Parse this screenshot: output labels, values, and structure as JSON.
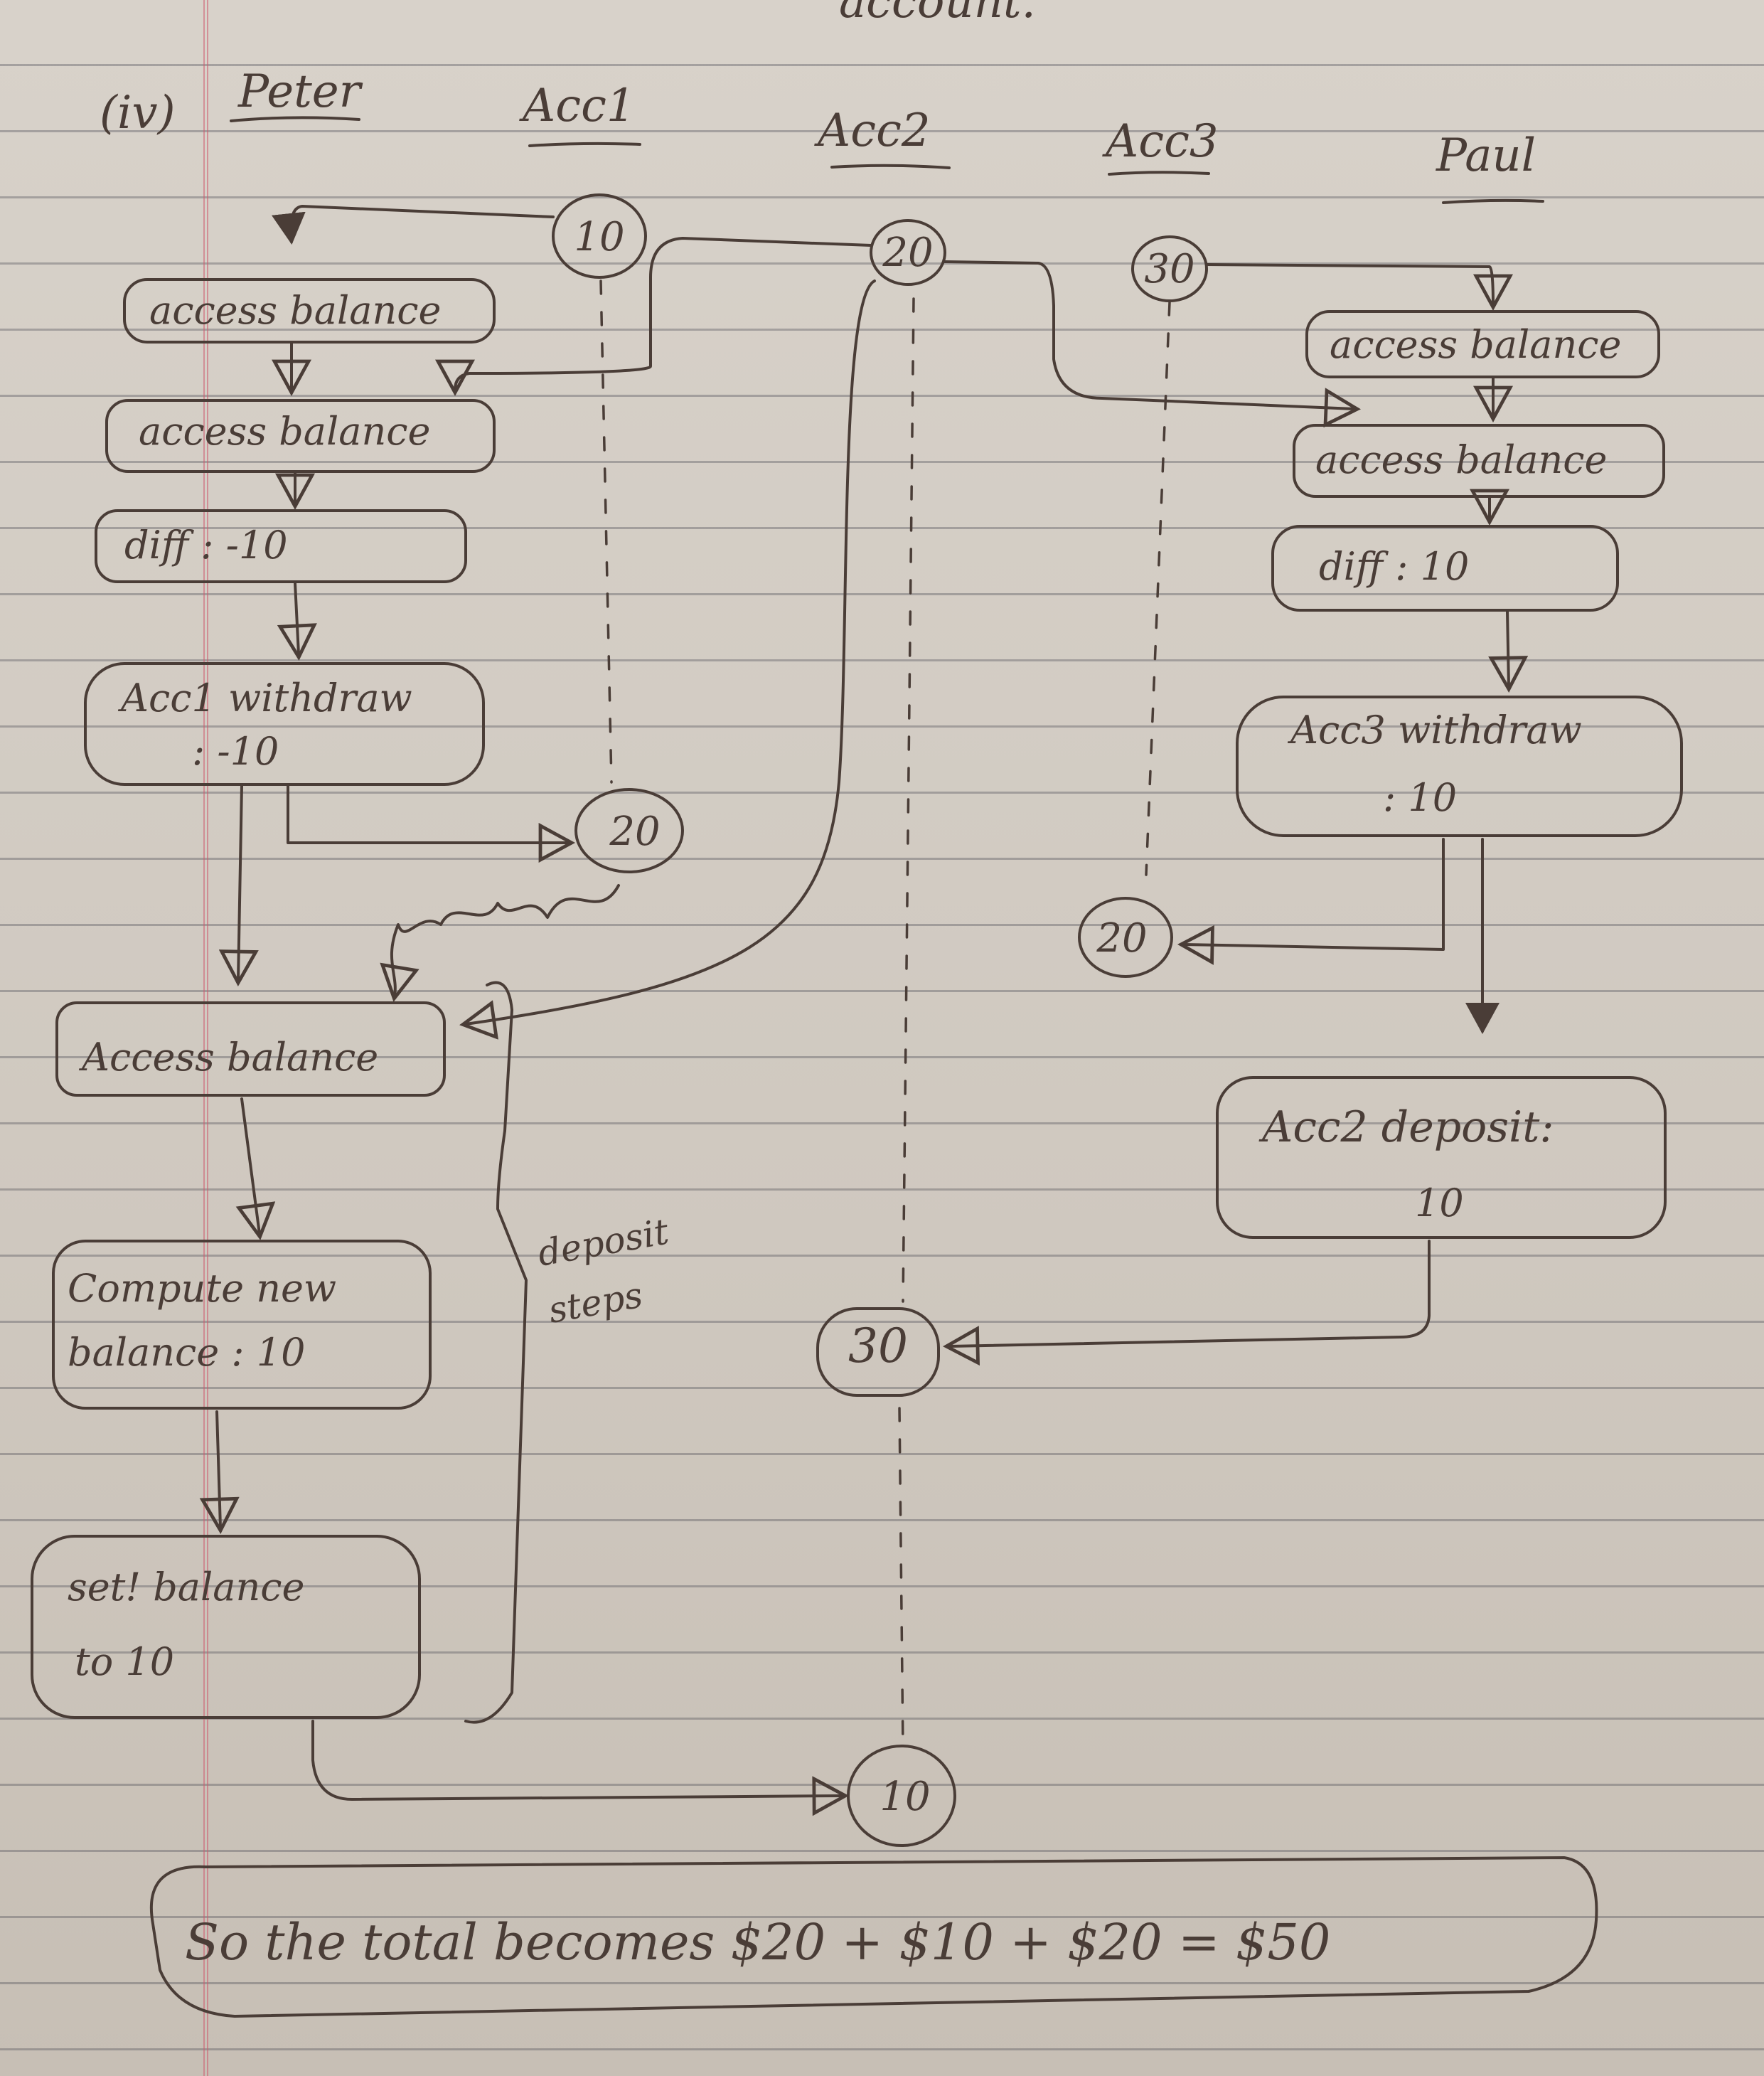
{
  "top_fragment": "account.",
  "section_label": "(iv)",
  "columns": {
    "peter": "Peter",
    "acc1": "Acc1",
    "acc2": "Acc2",
    "acc3": "Acc3",
    "paul": "Paul"
  },
  "balances": {
    "acc1_start": "10",
    "acc2_start": "20",
    "acc3_start": "30",
    "acc1_after": "20",
    "acc3_after": "20",
    "acc2_after_deposit": "30",
    "acc2_final": "10"
  },
  "peter_steps": {
    "s1": "access balance",
    "s2": "access balance",
    "s3": "diff : -10",
    "s4_line1": "Acc1 withdraw",
    "s4_line2": ": -10",
    "s5": "Access balance",
    "s6_line1": "Compute new",
    "s6_line2": "balance : 10",
    "s7_line1": "set! balance",
    "s7_line2": "to 10"
  },
  "paul_steps": {
    "s1": "access balance",
    "s2": "access balance",
    "s3": "diff : 10",
    "s4_line1": "Acc3 withdraw",
    "s4_line2": ": 10",
    "s5_line1": "Acc2 deposit:",
    "s5_line2": "10"
  },
  "annotation": {
    "line1": "deposit",
    "line2": "steps"
  },
  "conclusion": "So the total becomes $20 + $10 + $20 = $50"
}
